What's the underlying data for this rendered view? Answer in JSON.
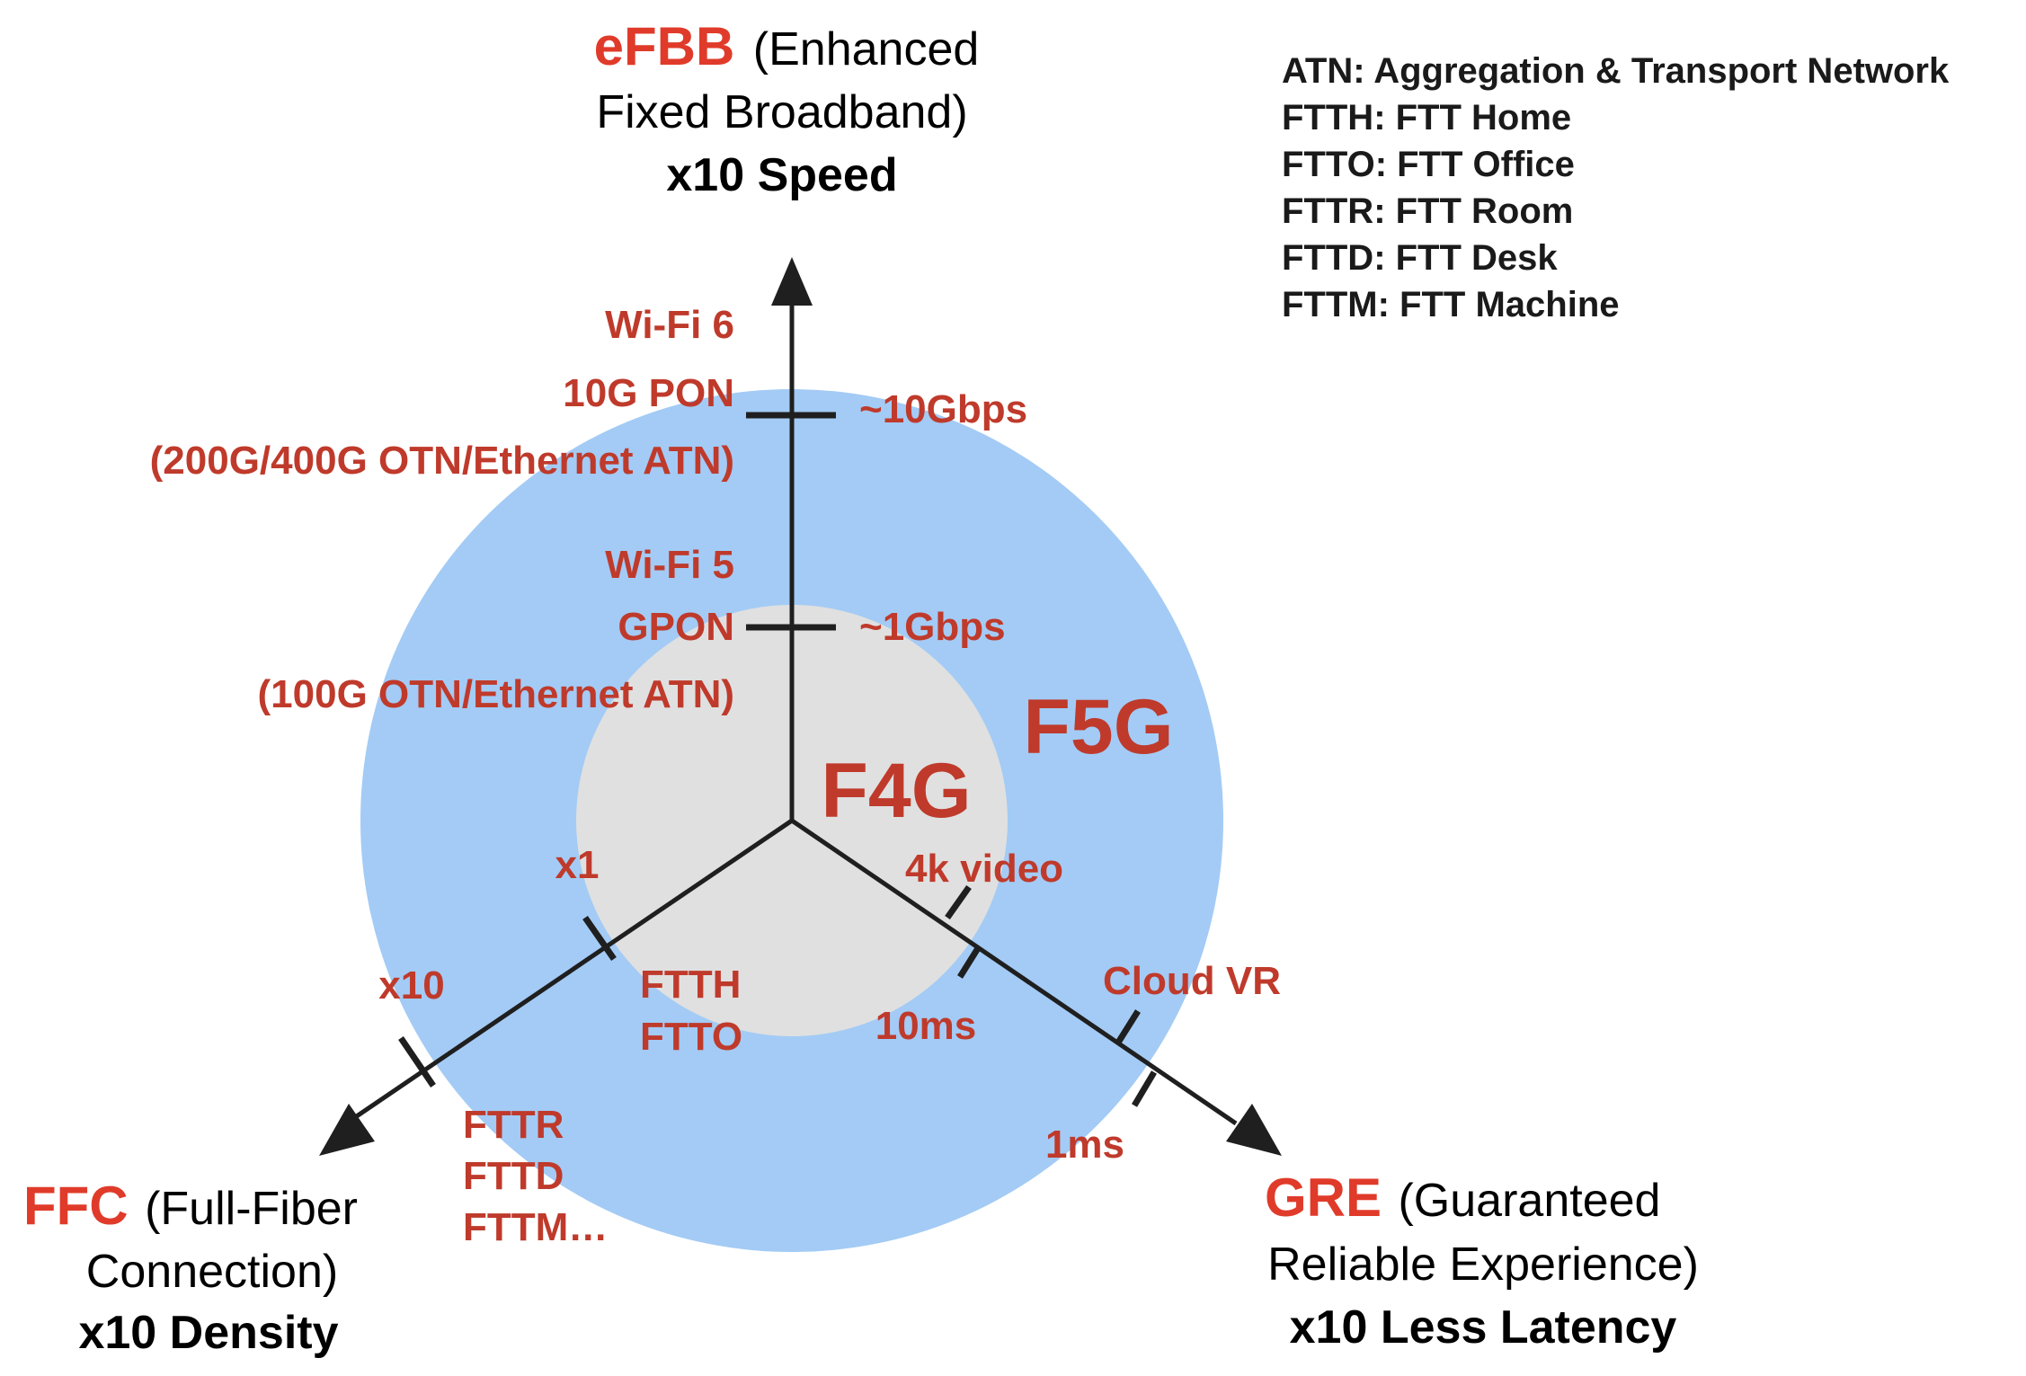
{
  "legend": [
    "ATN: Aggregation & Transport Network",
    "FTTH: FTT Home",
    "FTTO: FTT Office",
    "FTTR: FTT Room",
    "FTTD: FTT Desk",
    "FTTM: FTT Machine"
  ],
  "rings": {
    "inner": "F4G",
    "outer": "F5G"
  },
  "axes": {
    "top": {
      "acronym": "eFBB",
      "desc_line1": "(Enhanced",
      "desc_line2": "Fixed Broadband)",
      "metric": "x10 Speed",
      "outer_tick_labels": [
        "Wi-Fi 6",
        "10G PON",
        "(200G/400G OTN/Ethernet ATN)"
      ],
      "outer_tick_value": "~10Gbps",
      "inner_tick_labels": [
        "Wi-Fi 5",
        "GPON",
        "(100G OTN/Ethernet ATN)"
      ],
      "inner_tick_value": "~1Gbps"
    },
    "left": {
      "acronym": "FFC",
      "desc_line1": "(Full-Fiber",
      "desc_line2": "Connection)",
      "metric": "x10 Density",
      "inner_tick_value": "x1",
      "inner_tick_labels": [
        "FTTH",
        "FTTO"
      ],
      "outer_tick_value": "x10",
      "outer_tick_labels": [
        "FTTR",
        "FTTD",
        "FTTM…"
      ]
    },
    "right": {
      "acronym": "GRE",
      "desc_line1": "(Guaranteed",
      "desc_line2": "Reliable Experience)",
      "metric": "x10 Less Latency",
      "inner_tick_app": "4k video",
      "inner_tick_value": "10ms",
      "outer_tick_app": "Cloud VR",
      "outer_tick_value": "1ms"
    }
  },
  "colors": {
    "outer_ring": "#a3cbf5",
    "inner_ring": "#e0e0e0",
    "label_red": "#bf3a2b",
    "acronym_red": "#e03b2a",
    "axis": "#1f1f1f"
  }
}
